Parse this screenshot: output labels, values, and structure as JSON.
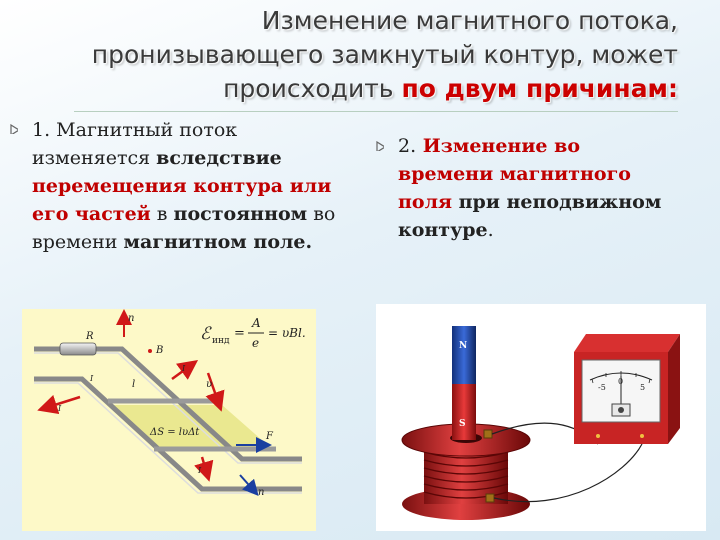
{
  "title": {
    "line1": "Изменение магнитного потока,",
    "line2": "пронизывающего замкнутый контур, может",
    "line3_plain": "происходить ",
    "line3_accent": "по двум причинам:"
  },
  "left_item": {
    "num": "1.",
    "t1": " Магнитный поток",
    "t2": "изменяется ",
    "t3": "вследствие",
    "t4": "перемещения контура или",
    "t5": "его частей",
    "t6": " в ",
    "t7": "постоянном",
    "t8": " во",
    "t9": "времени ",
    "t10": "магнитном поле."
  },
  "right_item": {
    "num": "2.",
    "t1": " Изменение во",
    "t2": "времени магнитного",
    "t3": "поля",
    "t4": " при неподвижном",
    "t5": "контуре",
    "t6": "."
  },
  "diagram_left": {
    "formula_lhs": "ℰ",
    "formula_sub": "инд",
    "formula_num": "A",
    "formula_den": "e",
    "formula_rhs": "= υBl.",
    "label_R": "R",
    "label_n": "n",
    "label_B": "B",
    "label_l": "l",
    "label_v": "υ",
    "label_Iind1": "I",
    "label_Iind2": "I",
    "label_Iind3": "I",
    "label_Iind4": "I",
    "label_Fl": "F",
    "label_dS": "ΔS = lυΔt",
    "label_n2": "n"
  },
  "diagram_right": {
    "pole_n": "N",
    "pole_s": "S",
    "scale_left": "-5",
    "scale_mid": "0",
    "scale_right": "5"
  },
  "colors": {
    "accent": "#cc0000",
    "magnet_blue": "#1f4fb8",
    "magnet_red": "#d02020",
    "coil_red": "#c81e1e"
  }
}
